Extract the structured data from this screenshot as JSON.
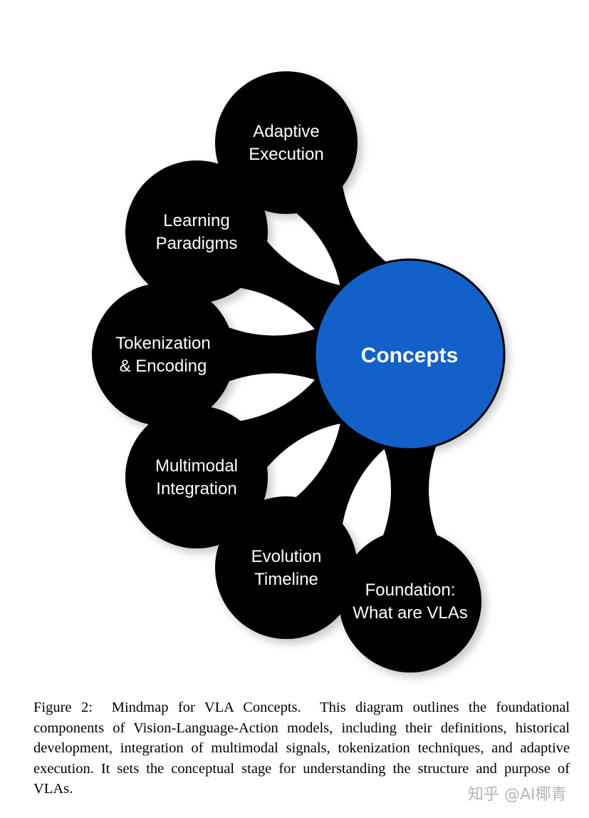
{
  "diagram": {
    "center": {
      "label": "Concepts",
      "color": "#1361c8"
    },
    "branch_color": "#000000",
    "nodes": [
      {
        "id": "adaptive-execution",
        "lines": [
          "Adaptive",
          "Execution"
        ]
      },
      {
        "id": "learning-paradigms",
        "lines": [
          "Learning",
          "Paradigms"
        ]
      },
      {
        "id": "tokenization-encoding",
        "lines": [
          "Tokenization",
          "& Encoding"
        ]
      },
      {
        "id": "multimodal-integration",
        "lines": [
          "Multimodal",
          "Integration"
        ]
      },
      {
        "id": "evolution-timeline",
        "lines": [
          "Evolution",
          "Timeline"
        ]
      },
      {
        "id": "foundation",
        "lines": [
          "Foundation:",
          "What are VLAs"
        ]
      }
    ]
  },
  "caption": {
    "label": "Figure 2:",
    "title": "Mindmap for VLA Concepts.",
    "body": "This diagram outlines the foundational components of Vision-Language-Action models, including their definitions, historical development, integration of multimodal signals, tokenization techniques, and adaptive execution. It sets the conceptual stage for understanding the structure and purpose of VLAs."
  },
  "watermark": "知乎 @AI椰青"
}
